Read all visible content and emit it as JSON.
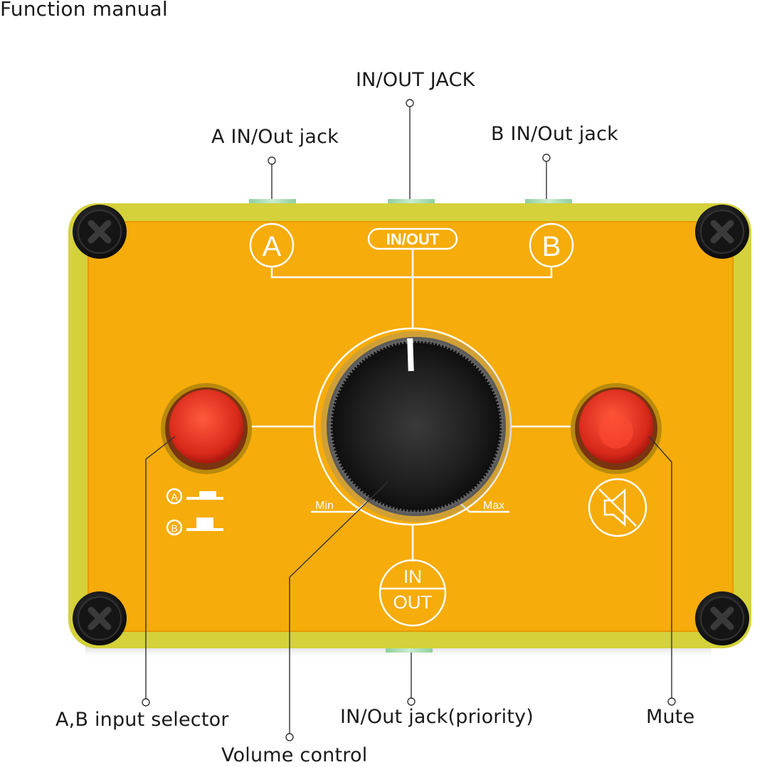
{
  "title": "Function manual",
  "labels": {
    "in_out_jack_top": "IN/OUT JACK",
    "a_jack": "A IN/Out  jack",
    "b_jack": "B IN/Out  jack",
    "selector": "A,B input selector",
    "volume": "Volume control",
    "priority_jack": "IN/Out jack(priority)",
    "mute": "Mute"
  },
  "panel_marks": {
    "a": "A",
    "b": "B",
    "in_out": "IN/OUT",
    "in": "IN",
    "out": "OUT",
    "min": "Min",
    "max": "Max",
    "sel_a": "A",
    "sel_b": "B"
  },
  "colors": {
    "panel": "#f6ac0a",
    "board": "#d9d53a",
    "button": "#e0301f",
    "knob": "#1d1d1d",
    "jack": "#a6dcb0"
  },
  "icons": [
    "screw-icon",
    "mute-speaker-icon"
  ]
}
